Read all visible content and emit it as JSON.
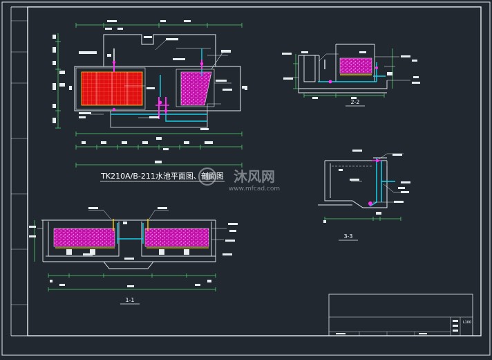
{
  "drawing": {
    "main_title": "TK210A/B-211水池平面图、剖面图",
    "section_labels": {
      "s11": "1-1",
      "s22": "2-2",
      "s33": "3-3"
    },
    "title_block": {
      "sheet_code": "L100"
    }
  },
  "watermark": {
    "brand_text": "沐风网",
    "url_text": "www.mfcad.com"
  },
  "colors": {
    "background": "#212830",
    "line_white": "#e8eef0",
    "line_yellow": "#f0f060",
    "line_green": "#4fd070",
    "fill_red": "#e01010",
    "fill_magenta": "#ff10c8",
    "pipe_cyan": "#18d0e8",
    "pipe_magenta": "#ff30f0"
  }
}
